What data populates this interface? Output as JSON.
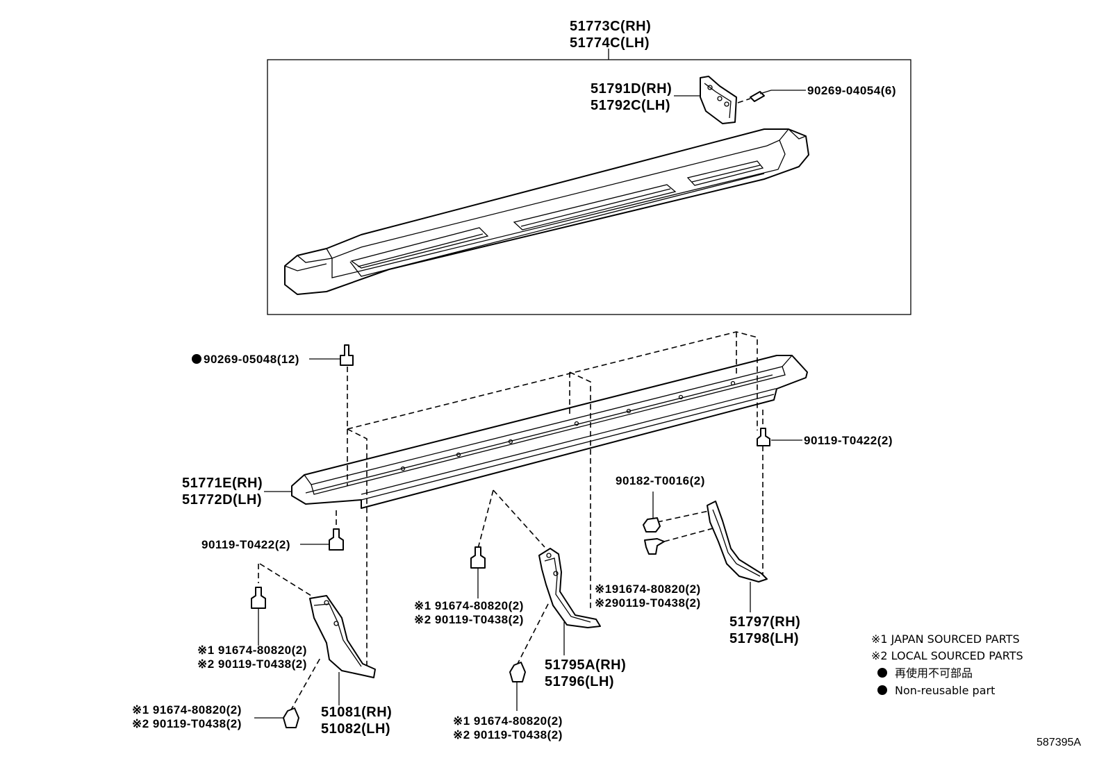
{
  "callouts": {
    "step_assy": [
      "51773C(RH)",
      "51774C(LH)"
    ],
    "end_bracket": [
      "51791D(RH)",
      "51792C(LH)"
    ],
    "screw_top": "90269-04054(6)",
    "screw_pin": "90269-05048(12)",
    "bolt_right": "90119-T0422(2)",
    "base": [
      "51771E(RH)",
      "51772D(LH)"
    ],
    "bolt_left": "90119-T0422(2)",
    "nut_right": "90182-T0016(2)",
    "bracket_front": [
      "51081(RH)",
      "51082(LH)"
    ],
    "bracket_mid": [
      "51795A(RH)",
      "51796(LH)"
    ],
    "bracket_rear": [
      "51797(RH)",
      "51798(LH)"
    ],
    "fastener_a": [
      "※1 91674-80820(2)",
      "※2 90119-T0438(2)"
    ],
    "fastener_b": [
      "※1 91674-80820(2)",
      "※2 90119-T0438(2)"
    ],
    "fastener_c": [
      "※1 91674-80820(2)",
      "※2 90119-T0438(2)"
    ],
    "fastener_d": [
      "※1 91674-80820(2)",
      "※2 90119-T0438(2)"
    ],
    "fastener_e": [
      "※191674-80820(2)",
      "※290119-T0438(2)"
    ]
  },
  "legend": {
    "note1": "※1 JAPAN SOURCED PARTS",
    "note2": "※2 LOCAL SOURCED PARTS",
    "note3": "再使用不可部品",
    "note4": "Non-reusable part"
  },
  "figure_ref": "587395A"
}
